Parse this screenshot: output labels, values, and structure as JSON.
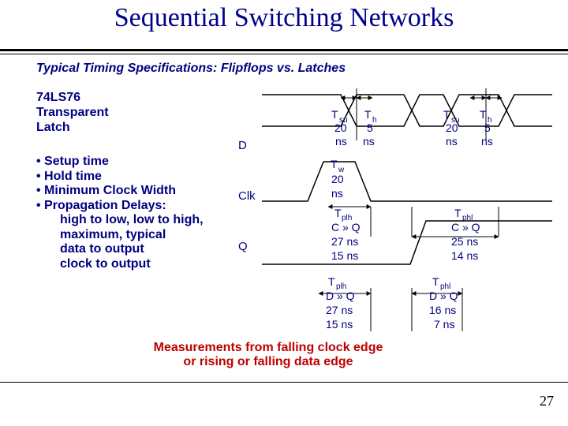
{
  "title": "Sequential Switching Networks",
  "subtitle": "Typical Timing Specifications: Flipflops vs. Latches",
  "part": [
    "74LS76",
    "Transparent",
    "Latch"
  ],
  "bullets": [
    {
      "text": "• Setup time",
      "indent": false
    },
    {
      "text": "• Hold time",
      "indent": false
    },
    {
      "text": "• Minimum Clock Width",
      "indent": false
    },
    {
      "text": "• Propagation Delays:",
      "indent": false
    },
    {
      "text": "high to low, low to high,",
      "indent": true
    },
    {
      "text": "maximum, typical",
      "indent": true
    },
    {
      "text": "data to output",
      "indent": true
    },
    {
      "text": "clock to output",
      "indent": true
    }
  ],
  "signals": {
    "d": "D",
    "clk": "Clk",
    "q": "Q"
  },
  "labels": {
    "tsu1": {
      "t": "T",
      "s": "su",
      "v": "20",
      "u": "ns"
    },
    "th1": {
      "t": "T",
      "s": "h",
      "v": "5",
      "u": "ns"
    },
    "tw": {
      "t": "T",
      "s": "w",
      "v": "20",
      "u": "ns"
    },
    "tplh_c": {
      "t": "T",
      "s": "plh",
      "a": "C » Q",
      "v": "27 ns",
      "w": "15 ns"
    },
    "tplh_d": {
      "t": "T",
      "s": "plh",
      "a": "D » Q",
      "v": "27 ns",
      "w": "15 ns"
    },
    "tsu2": {
      "t": "T",
      "s": "su",
      "v": "20",
      "u": "ns"
    },
    "th2": {
      "t": "T",
      "s": "h",
      "v": "5",
      "u": "ns"
    },
    "tphl_c": {
      "t": "T",
      "s": "phl",
      "a": "C » Q",
      "v": "25 ns",
      "w": "14 ns"
    },
    "tphl_d": {
      "t": "T",
      "s": "phl",
      "a": "D » Q",
      "v": "16 ns",
      "w": "7 ns"
    }
  },
  "note": [
    "Measurements from falling clock edge",
    "or rising or falling data edge"
  ],
  "page_number": "27"
}
